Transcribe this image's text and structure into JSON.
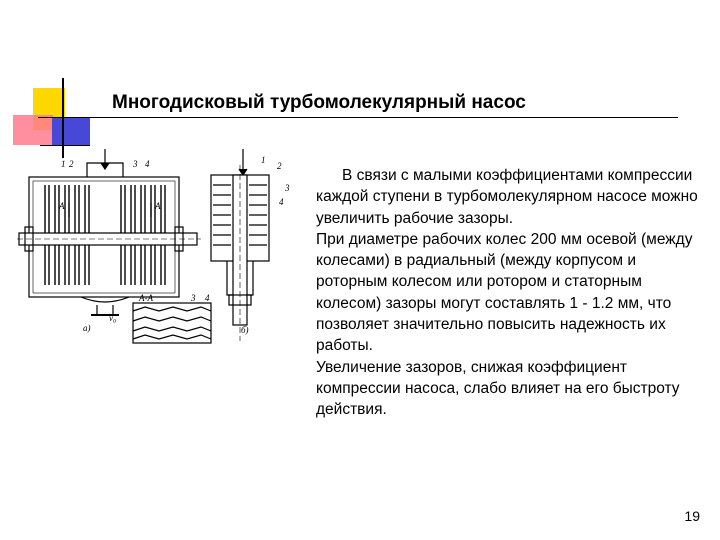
{
  "slide": {
    "title": "Многодисковый турбомолекулярный насос",
    "paragraphs": [
      "В связи с малыми коэффициентами компрессии каждой ступени в турбомолекулярном насосе можно увеличить рабочие зазоры.",
      "При диаметре рабочих колес 200 мм осевой (между колесами) в радиальный (между корпусом и роторным колесом или ротором и статорным колесом) зазоры могут составлять 1 - 1.2 мм, что позволяет значительно повысить надежность их работы.",
      "Увеличение зазоров, снижая коэффициент компрессии насоса, слабо влияет на его быстроту действия."
    ],
    "page_number": "19"
  },
  "figure": {
    "labels_a": [
      "1",
      "2",
      "3",
      "4"
    ],
    "label_A_left": "А",
    "label_A_right": "А",
    "label_section": "А-А",
    "label_3": "3",
    "label_4": "4",
    "label_v0": "v₀",
    "caption_a": "а)",
    "labels_b": [
      "1",
      "2",
      "3",
      "4"
    ],
    "caption_b": "б)"
  }
}
